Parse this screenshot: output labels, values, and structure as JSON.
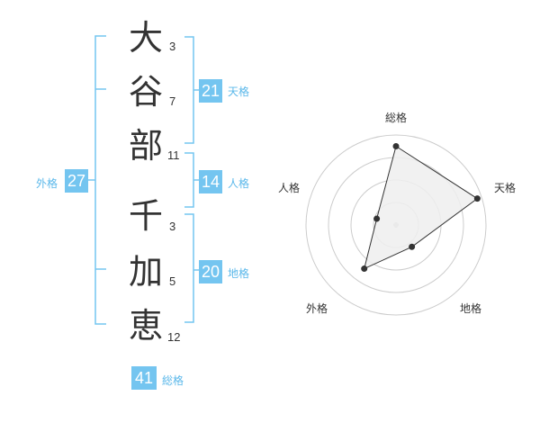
{
  "name": {
    "chars": [
      {
        "char": "大",
        "strokes": "3"
      },
      {
        "char": "谷",
        "strokes": "7"
      },
      {
        "char": "部",
        "strokes": "11"
      },
      {
        "char": "千",
        "strokes": "3"
      },
      {
        "char": "加",
        "strokes": "5"
      },
      {
        "char": "恵",
        "strokes": "12"
      }
    ]
  },
  "fortune": {
    "tenkaku": {
      "value": "21",
      "label": "天格"
    },
    "jinkaku": {
      "value": "14",
      "label": "人格"
    },
    "chikaku": {
      "value": "20",
      "label": "地格"
    },
    "gaikaku": {
      "value": "27",
      "label": "外格"
    },
    "soukaku": {
      "value": "41",
      "label": "総格"
    }
  },
  "chart_data": {
    "type": "radar",
    "axes": [
      "総格",
      "天格",
      "地格",
      "外格",
      "人格"
    ],
    "rings": 4,
    "max": 4,
    "values": [
      3.5,
      3.8,
      1.2,
      2.4,
      0.9
    ]
  },
  "colors": {
    "accent": "#74c5f0",
    "bracket": "#74c5f0",
    "label": "#5bb8ea",
    "radar_fill": "#eeeeee",
    "radar_line": "#333333",
    "ring": "#cccccc"
  }
}
